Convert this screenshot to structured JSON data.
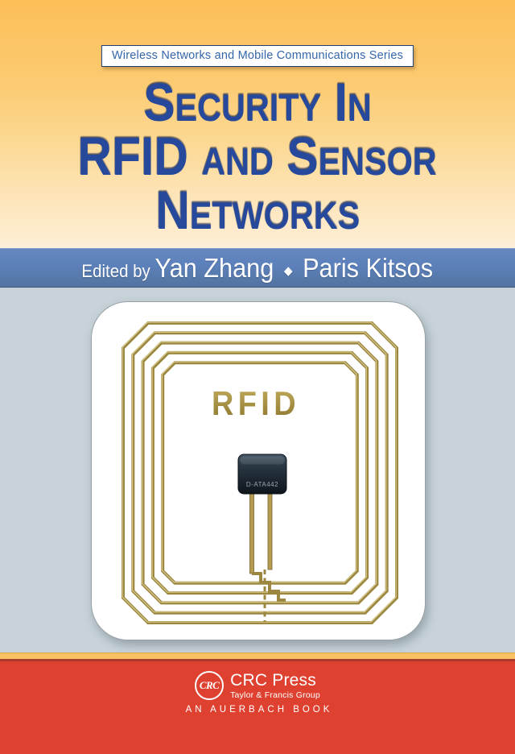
{
  "series_banner": {
    "label": "Wireless Networks and Mobile Communications Series"
  },
  "title": {
    "lines": [
      "Security In",
      "RFID and Sensor",
      "Networks"
    ]
  },
  "byline": {
    "prefix": "Edited by ",
    "editors": [
      "Yan Zhang",
      "Paris Kitsos"
    ],
    "separator": "◆"
  },
  "artwork": {
    "tag_text": "RFID",
    "chip_label": "D-ATA442"
  },
  "publisher": {
    "monogram": "CRC",
    "name": "CRC Press",
    "group": "Taylor & Francis Group",
    "imprint": "AN AUERBACH BOOK"
  },
  "colors": {
    "title_blue": "#26499b",
    "byline_bar": "#5c80ba",
    "art_background": "#c7d3d9",
    "accent_orange": "#f8c161",
    "publisher_red": "#df4130",
    "coil_gold": "#9c8740"
  }
}
